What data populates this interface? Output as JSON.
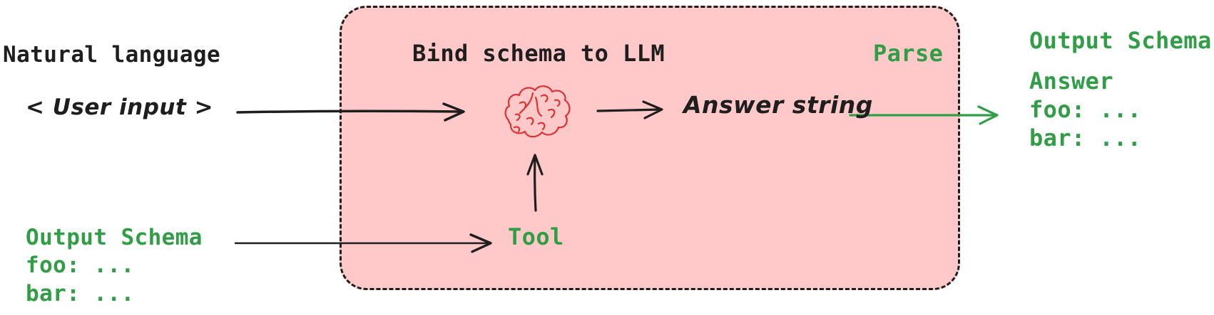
{
  "diagram": {
    "input_stage": {
      "label": "Natural language",
      "user_input": "< User input >",
      "schema": {
        "title": "Output Schema",
        "lines": [
          "foo: ...",
          "bar: ..."
        ]
      }
    },
    "llm_box": {
      "title": "Bind schema to LLM",
      "parse_label": "Parse",
      "tool_label": "Tool",
      "answer_string": "Answer string"
    },
    "output_stage": {
      "title": "Output Schema",
      "answer_label": "Answer",
      "lines": [
        "foo: ...",
        "bar: ..."
      ]
    },
    "icons": {
      "brain": "brain-icon"
    },
    "colors": {
      "accent_green": "#2f9e44",
      "box_fill": "#ffc9c9",
      "stroke_dark": "#1e1e1e",
      "brain_red": "#e03131"
    }
  }
}
